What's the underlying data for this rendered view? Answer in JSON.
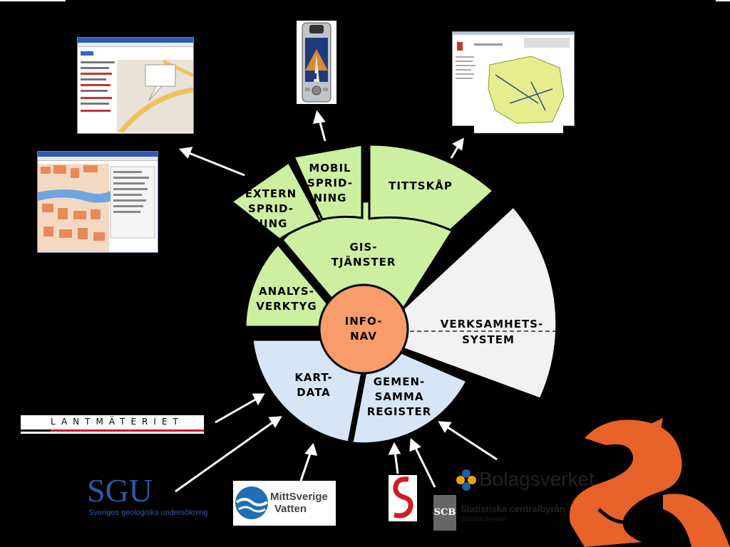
{
  "wheel": {
    "center": "INFO-\nNAV",
    "sectors": {
      "gis": "GIS-\nTJÄNSTER",
      "analys": "ANALYS-\nVERKTYG",
      "extern": "EXTERN\nSPRID-\nNING",
      "mobil": "MOBIL\nSPRID-\nNING",
      "tittskap": "TITTSKÅP",
      "verksamhet_top": "VERKSAMHETS-",
      "verksamhet_bottom": "SYSTEM",
      "kartdata": "KART-\nDATA",
      "gemensamma": "GEMEN-\nSAMMA\nREGISTER"
    }
  },
  "logos": {
    "lantmateriet": "LANTMÄTERIET",
    "sgu_title": "SGU",
    "sgu_sub": "Sveriges geologiska undersökning",
    "mittsverige_1": "MittSverige",
    "mittsverige_2": "Vatten",
    "bolagsverket": "Bolagsverket",
    "scb_mark": "SCB",
    "scb_1": "Statistiska centralbyrån",
    "scb_2": "Statistics Sweden"
  },
  "colors": {
    "green": "#ccf0a0",
    "blue": "#d6e6f6",
    "grey": "#f2f2f2",
    "orange": "#f79c6a",
    "dragon": "#e8622a",
    "red": "#cc1f24"
  }
}
